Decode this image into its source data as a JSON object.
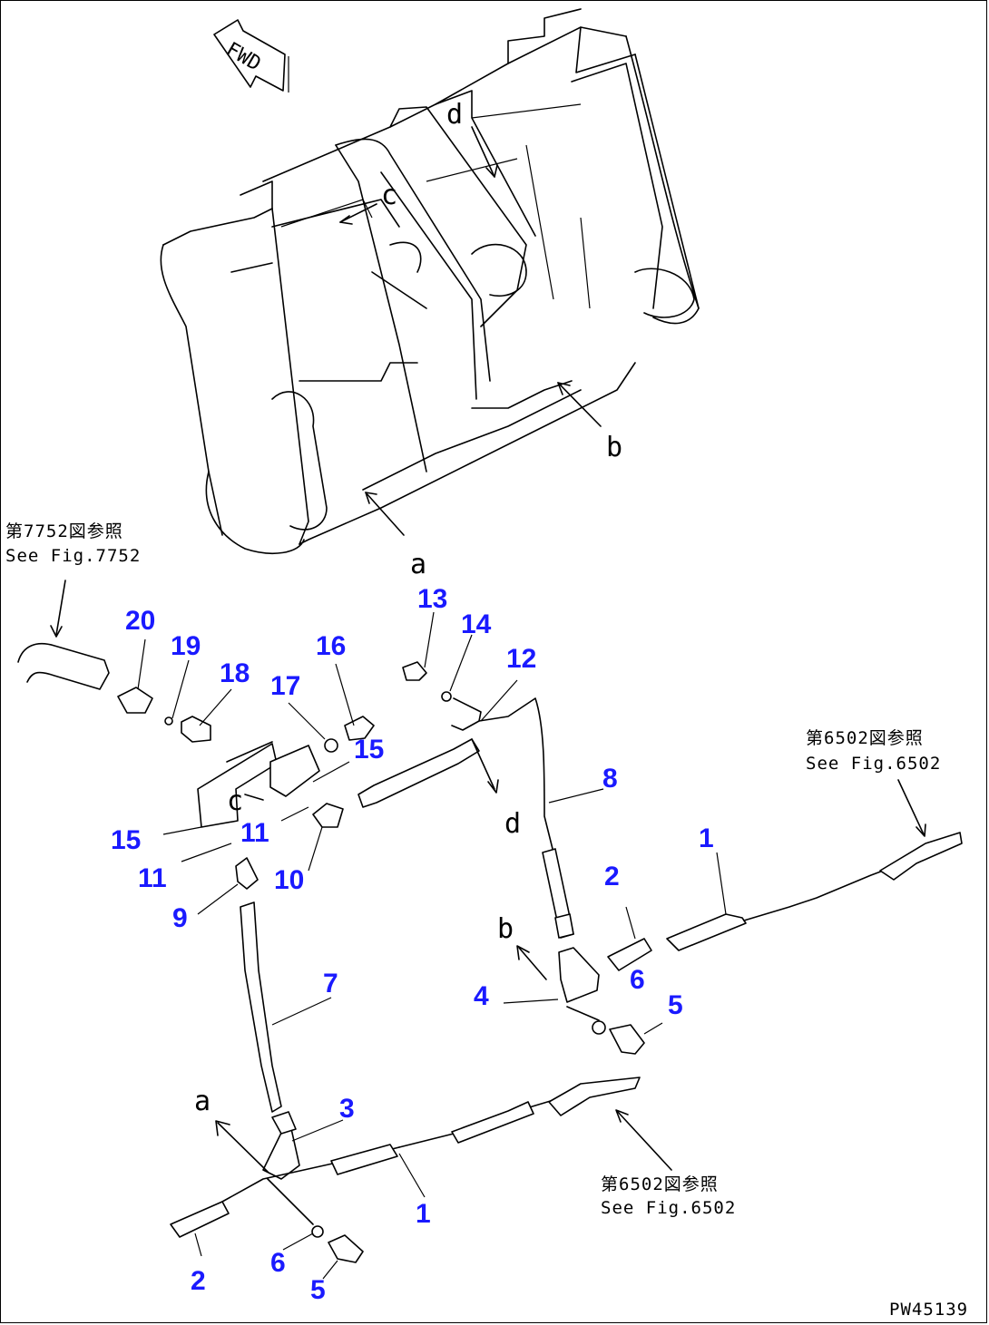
{
  "drawing": {
    "fwd_label": "FWD",
    "drawing_number": "PW45139",
    "view_letters": {
      "a": "a",
      "b": "b",
      "c": "c",
      "d": "d"
    },
    "references": {
      "ref_7752": {
        "line1": "第7752図参照",
        "line2": "See Fig.7752"
      },
      "ref_6502_right": {
        "line1": "第6502図参照",
        "line2": "See Fig.6502"
      },
      "ref_6502_bottom": {
        "line1": "第6502図参照",
        "line2": "See Fig.6502"
      }
    },
    "callouts": {
      "n1": "1",
      "n2": "2",
      "n3": "3",
      "n4": "4",
      "n5": "5",
      "n6": "6",
      "n7": "7",
      "n8": "8",
      "n9": "9",
      "n10": "10",
      "n11": "11",
      "n12": "12",
      "n13": "13",
      "n14": "14",
      "n15": "15",
      "n16": "16",
      "n17": "17",
      "n18": "18",
      "n19": "19",
      "n20": "20"
    },
    "colors": {
      "callout": "#1a1aff",
      "line": "#000000",
      "background": "#ffffff"
    }
  }
}
